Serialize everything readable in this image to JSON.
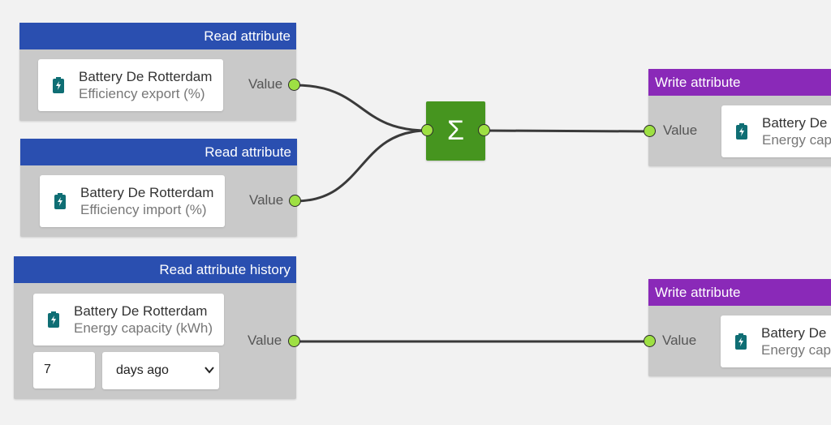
{
  "colors": {
    "read_header": "#2a4fb0",
    "write_header": "#8a29b8",
    "sum_node": "#46951f",
    "port": "#9ee043",
    "icon": "#0f6e74"
  },
  "nodes": {
    "read1": {
      "title": "Read attribute",
      "asset": "Battery De Rotterdam",
      "attribute": "Efficiency export (%)",
      "port_label": "Value",
      "icon": "battery-icon"
    },
    "read2": {
      "title": "Read attribute",
      "asset": "Battery De Rotterdam",
      "attribute": "Efficiency import (%)",
      "port_label": "Value",
      "icon": "battery-icon"
    },
    "history": {
      "title": "Read attribute history",
      "asset": "Battery De Rotterdam",
      "attribute": "Energy capacity (kWh)",
      "port_label": "Value",
      "amount": "7",
      "period": "days ago",
      "icon": "battery-icon"
    },
    "sum": {
      "symbol": "Σ"
    },
    "write1": {
      "title": "Write attribute",
      "asset": "Battery De Rotterdam",
      "attribute": "Energy capacity (kWh)",
      "port_label": "Value",
      "icon": "battery-icon"
    },
    "write2": {
      "title": "Write attribute",
      "asset": "Battery De Rotterdam",
      "attribute": "Energy capacity (kWh)",
      "port_label": "Value",
      "icon": "battery-icon"
    }
  }
}
